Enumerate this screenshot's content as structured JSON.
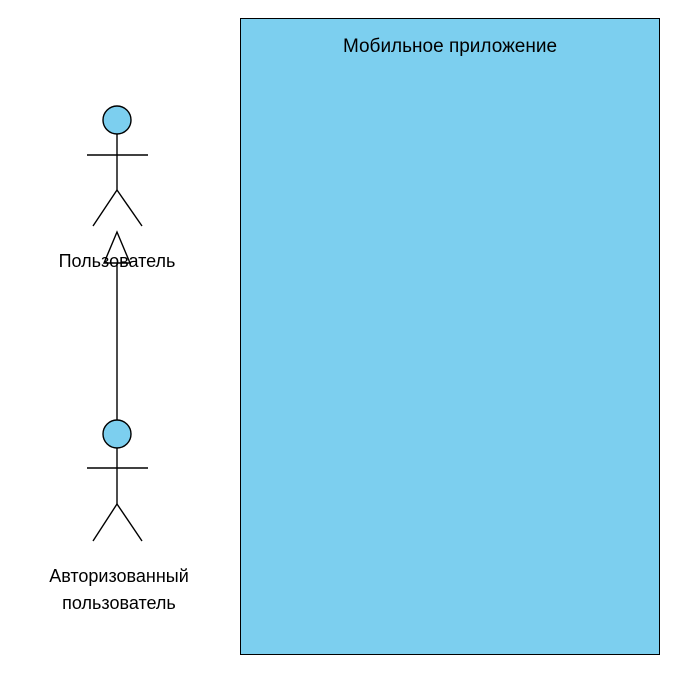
{
  "colors": {
    "shape-fill": "#7CCFEF",
    "stroke": "#000000",
    "canvas-bg": "#ffffff"
  },
  "diagram": {
    "type": "uml-use-case",
    "system_boundary": {
      "title": "Мобильное приложение"
    },
    "actors": [
      {
        "id": "user",
        "label": "Пользователь"
      },
      {
        "id": "authorized-user",
        "label": "Авторизованный пользователь",
        "label_lines": [
          "Авторизованный",
          "пользователь"
        ]
      }
    ],
    "relationships": [
      {
        "type": "generalization",
        "from": "Авторизованный пользователь",
        "to": "Пользователь"
      }
    ]
  }
}
